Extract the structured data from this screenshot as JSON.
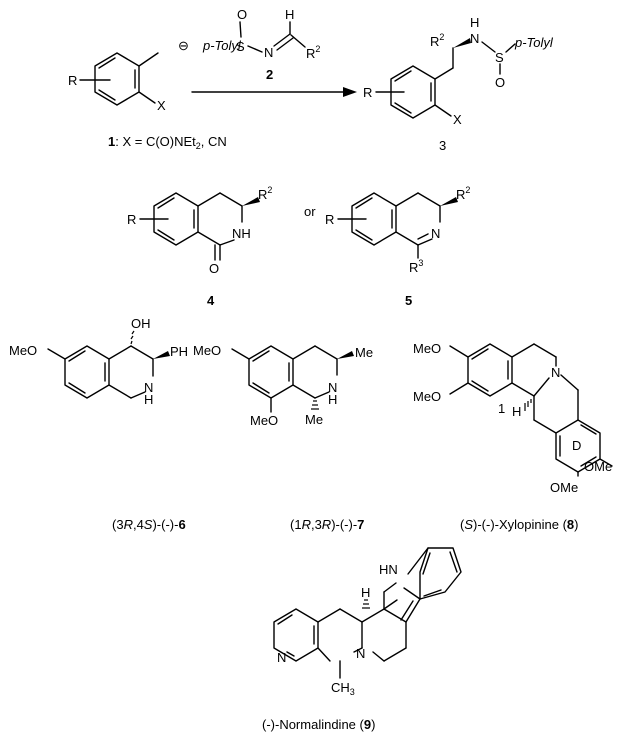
{
  "reaction": {
    "reagent_label": "2",
    "product_label": "3",
    "start_label": "1",
    "start_caption": ": X = C(O)NEt",
    "start_caption_sub": "2",
    "start_caption_tail": ", CN",
    "atoms": {
      "R": "R",
      "X": "X",
      "charge": "⊖",
      "S": "S",
      "O": "O",
      "N": "N",
      "H": "H",
      "R2": "R",
      "two": "2",
      "ptolyl": "p-Tolyl",
      "NH_N": "N",
      "NH_H": "H"
    }
  },
  "intermediates": {
    "label4": "4",
    "label5": "5",
    "or": "or",
    "NH": "NH",
    "N": "N",
    "O": "O",
    "R": "R",
    "R2": "R",
    "R3": "R",
    "two": "2",
    "three": "3"
  },
  "compounds": {
    "c6": {
      "prefix": "(3",
      "r1": "R",
      "mid": ",4",
      "s1": "S",
      "tail": ")-(-)-",
      "num": "6",
      "OH": "OH",
      "PH": "PH",
      "N": "N",
      "H": "H",
      "MeO": "MeO"
    },
    "c7": {
      "prefix": "(1",
      "r1": "R",
      "mid": ",3",
      "r2": "R",
      "tail": ")-(-)-",
      "num": "7",
      "MeO": "MeO",
      "Me": "Me",
      "N": "N",
      "H": "H"
    },
    "c8": {
      "prefix": "(",
      "s1": "S",
      "tail": ")-(-)-Xylopinine (",
      "num": "8",
      "close": ")",
      "MeO": "MeO",
      "OMe": "OMe",
      "N": "N",
      "H": "H",
      "one": "1",
      "D": "D"
    },
    "c9": {
      "prefix": "(-)-Normalindine (",
      "num": "9",
      "close": ")",
      "HN": "HN",
      "N": "N",
      "H": "H",
      "CH": "CH",
      "three": "3"
    }
  }
}
